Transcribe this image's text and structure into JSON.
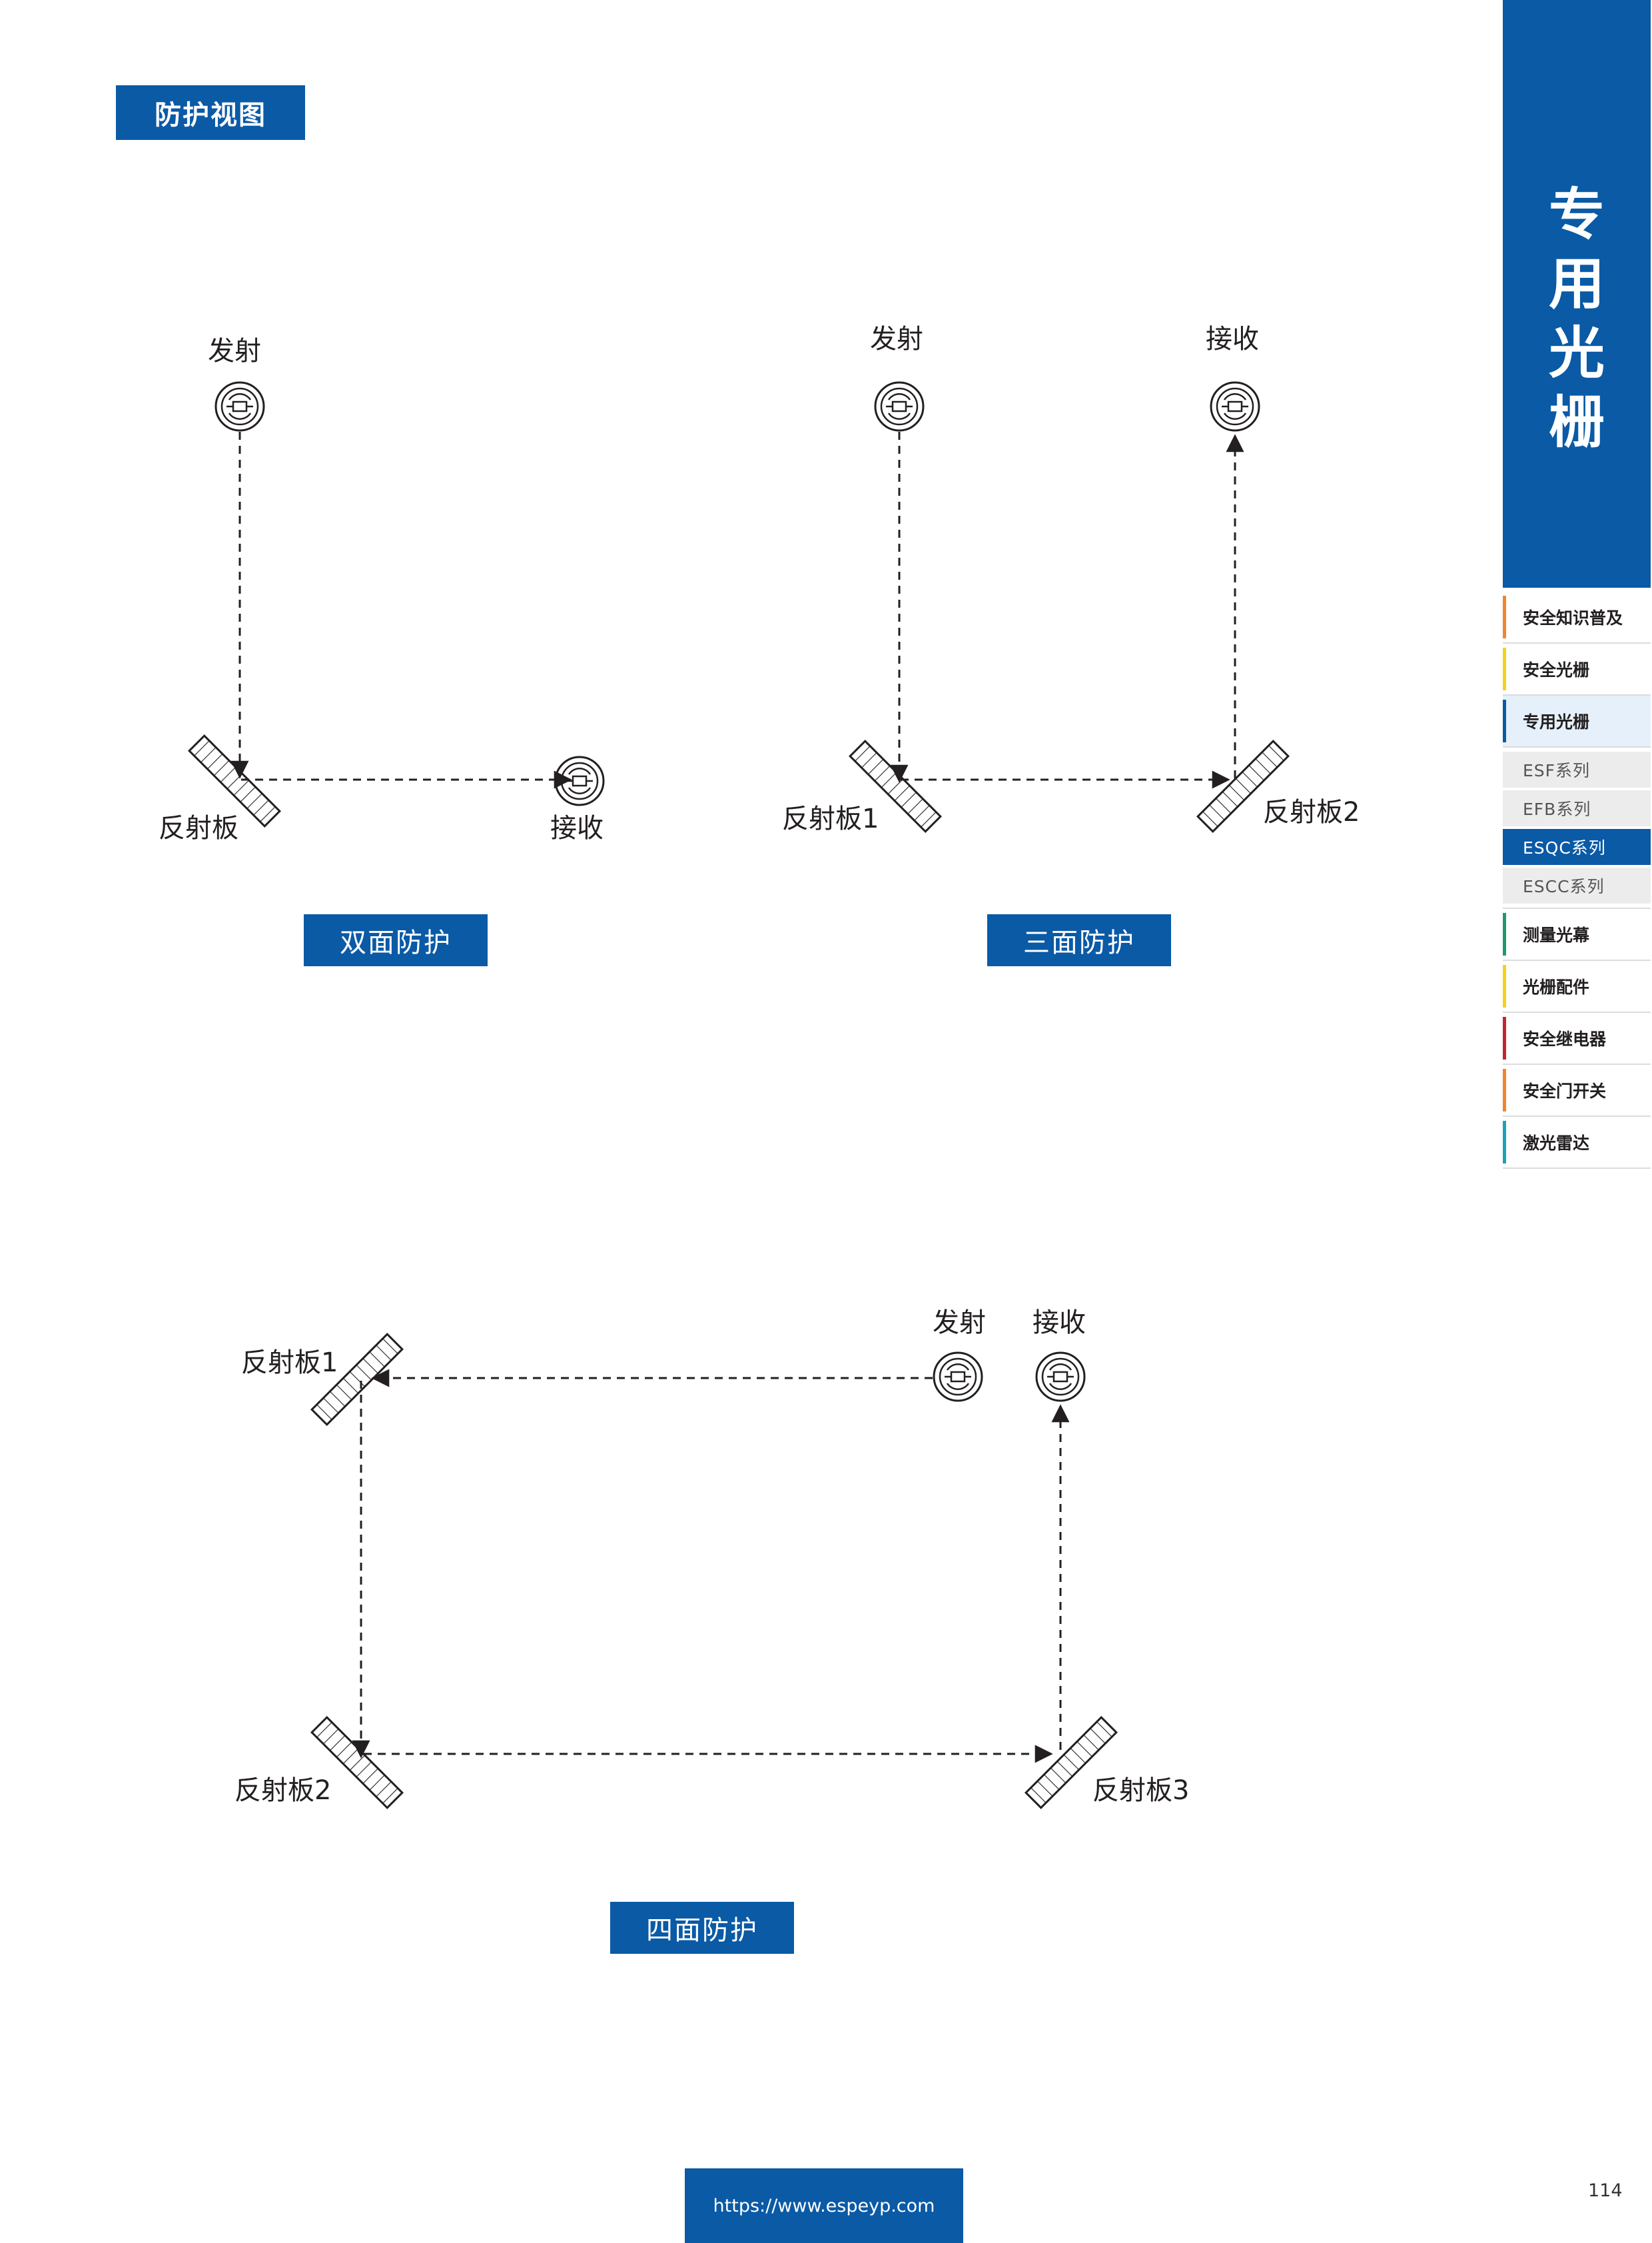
{
  "section_tag": "防护视图",
  "diagrams": {
    "two_side": {
      "emitter_label": "发射",
      "reflector_label": "反射板",
      "receiver_label": "接收",
      "caption": "双面防护"
    },
    "three_side": {
      "emitter_label": "发射",
      "receiver_label": "接收",
      "reflector1_label": "反射板1",
      "reflector2_label": "反射板2",
      "caption": "三面防护"
    },
    "four_side": {
      "emitter_label": "发射",
      "receiver_label": "接收",
      "reflector1_label": "反射板1",
      "reflector2_label": "反射板2",
      "reflector3_label": "反射板3",
      "caption": "四面防护"
    }
  },
  "sidebar": {
    "title_chars": [
      "专",
      "用",
      "光",
      "栅"
    ],
    "items": [
      {
        "label": "安全知识普及",
        "color": "#f0862b",
        "active": false
      },
      {
        "label": "安全光栅",
        "color": "#f7d117",
        "active": false
      },
      {
        "label": "专用光栅",
        "color": "#0a5aa6",
        "active": true
      },
      {
        "label": "测量光幕",
        "color": "#1e9a6a",
        "active": false
      },
      {
        "label": "光栅配件",
        "color": "#f7d117",
        "active": false
      },
      {
        "label": "安全继电器",
        "color": "#c0272d",
        "active": false
      },
      {
        "label": "安全门开关",
        "color": "#f0862b",
        "active": false
      },
      {
        "label": "激光雷达",
        "color": "#1aa3b8",
        "active": false
      }
    ],
    "sub_items": [
      {
        "label": "ESF系列",
        "active": false
      },
      {
        "label": "EFB系列",
        "active": false
      },
      {
        "label": "ESQC系列",
        "active": true
      },
      {
        "label": "ESCC系列",
        "active": false
      }
    ]
  },
  "footer": {
    "url": "https://www.espeyp.com",
    "page_number": "114"
  },
  "colors": {
    "brand_blue": "#0a5aa6",
    "text": "#231f20"
  }
}
